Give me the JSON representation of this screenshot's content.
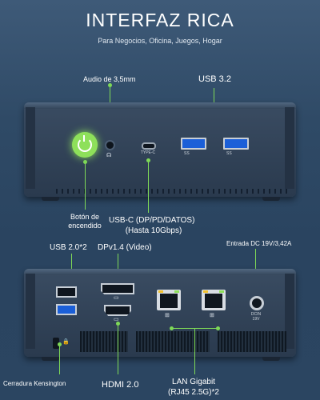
{
  "header": {
    "title": "INTERFAZ RICA",
    "subtitle": "Para Negocios, Oficina, Juegos, Hogar"
  },
  "front_labels": {
    "audio": "Audio de 3,5mm",
    "usb32": "USB 3.2",
    "power_line1": "Botón de",
    "power_line2": "encendido",
    "usbc_line1": "USB-C (DP/PD/DATOS)",
    "usbc_line2": "(Hasta 10Gbps)",
    "typec_tag": "TYPE-C",
    "usb_tag": "SS"
  },
  "rear_labels": {
    "usb20": "USB 2.0*2",
    "dp": "DPv1.4 (Video)",
    "dc": "Entrada DC 19V/3,42A",
    "kensington": "Cerradura Kensington",
    "hdmi": "HDMI 2.0",
    "lan_line1": "LAN Gigabit",
    "lan_line2": "(RJ45 2.5G)*2",
    "dcin_tag_line1": "DCIN",
    "dcin_tag_line2": "19V"
  },
  "colors": {
    "accent": "#7ed957",
    "usb_blue": "#1b5fd8",
    "background": "#2f4a66"
  },
  "icons": [
    "power-icon",
    "headphone-icon",
    "lock-icon",
    "network-icon",
    "dp-icon",
    "hdmi-icon"
  ]
}
